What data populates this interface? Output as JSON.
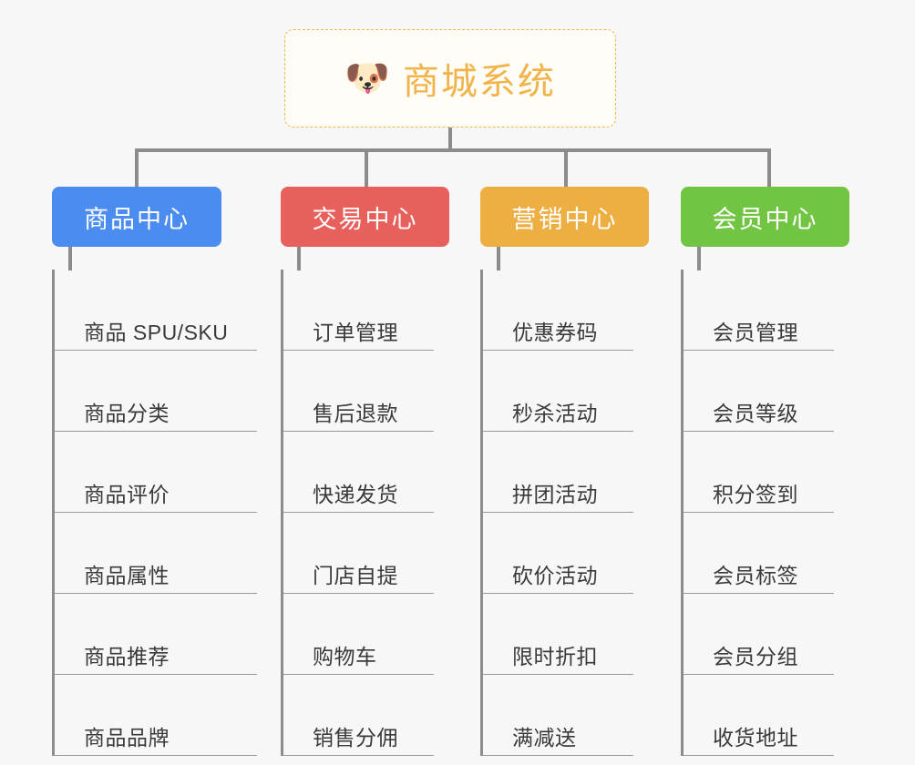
{
  "root": {
    "icon": "shiba-dog-face-emoji",
    "icon_glyph": "🐶",
    "title": "商城系统",
    "border_color": "#efb74a",
    "text_color": "#f0b44a",
    "background": "#fffdf8"
  },
  "canvas": {
    "background": "#f7f7f7",
    "connector_color": "#8c8c8c",
    "leaf_text_color": "#3a3a3a",
    "leaf_rule_color": "#9a9a9a"
  },
  "columns": [
    {
      "id": "product-center",
      "header": "商品中心",
      "color": "#4a8cf0",
      "items": [
        "商品 SPU/SKU",
        "商品分类",
        "商品评价",
        "商品属性",
        "商品推荐",
        "商品品牌"
      ]
    },
    {
      "id": "trade-center",
      "header": "交易中心",
      "color": "#e8605c",
      "items": [
        "订单管理",
        "售后退款",
        "快递发货",
        "门店自提",
        "购物车",
        "销售分佣"
      ]
    },
    {
      "id": "marketing-center",
      "header": "营销中心",
      "color": "#edae42",
      "items": [
        "优惠券码",
        "秒杀活动",
        "拼团活动",
        "砍价活动",
        "限时折扣",
        "满减送"
      ]
    },
    {
      "id": "member-center",
      "header": "会员中心",
      "color": "#72c543",
      "items": [
        "会员管理",
        "会员等级",
        "积分签到",
        "会员标签",
        "会员分组",
        "收货地址"
      ]
    }
  ]
}
